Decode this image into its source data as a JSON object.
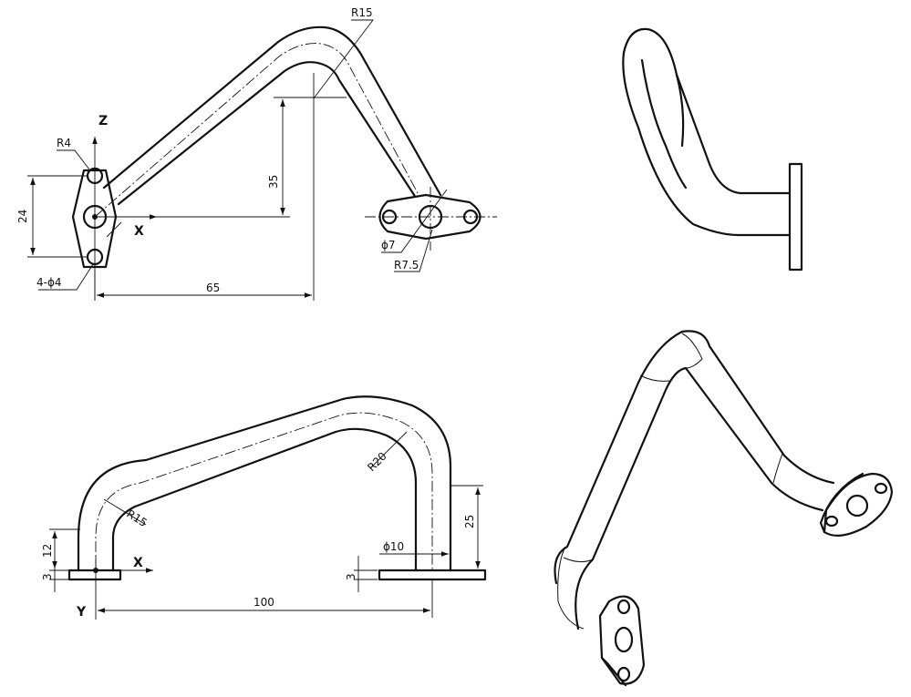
{
  "views": {
    "front": {
      "axis_z": "Z",
      "axis_x": "X",
      "r_flange_hole": "R4",
      "holes": "4-ϕ4",
      "dim_24": "24",
      "dim_35": "35",
      "dim_65": "65",
      "r_top_bend": "R15",
      "phi_7": "ϕ7",
      "r_7_5": "R7.5"
    },
    "top": {
      "axis_x": "X",
      "axis_y": "Y",
      "dim_12": "12",
      "dim_3_left": "3",
      "r_15": "R15",
      "r_20": "R20",
      "dim_25": "25",
      "phi_10": "ϕ10",
      "dim_3_right": "3",
      "dim_100": "100"
    }
  }
}
